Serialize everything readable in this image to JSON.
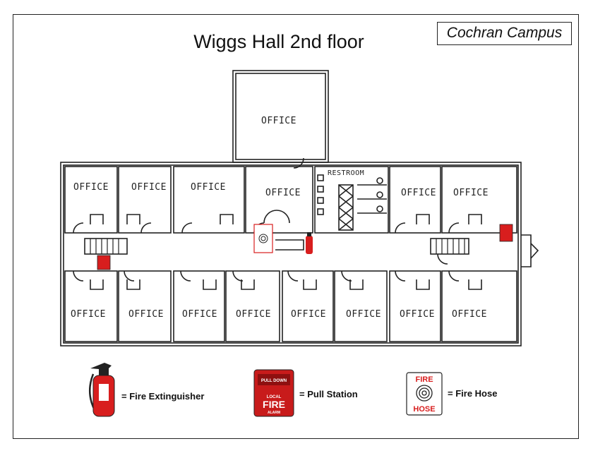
{
  "title": "Wiggs Hall 2nd floor",
  "campus": "Cochran Campus",
  "rooms": {
    "office_top": "OFFICE",
    "upper": [
      "OFFICE",
      "OFFICE",
      "OFFICE",
      "OFFICE",
      "OFFICE",
      "OFFICE"
    ],
    "restroom": "RESTROOM",
    "lower": [
      "OFFICE",
      "OFFICE",
      "OFFICE",
      "OFFICE",
      "OFFICE",
      "OFFICE",
      "OFFICE",
      "OFFICE"
    ]
  },
  "icons": {
    "fire_hose": {
      "line1": "FIRE",
      "line2": "HOSE"
    },
    "pull_station": {
      "line1": "PULL DOWN",
      "line2": "LOCAL",
      "line3": "FIRE",
      "line4": "ALARM"
    }
  },
  "legend": {
    "extinguisher": "= Fire Extinguisher",
    "pull_station": "= Pull Station",
    "fire_hose": "= Fire Hose"
  },
  "colors": {
    "red": "#d81e1e",
    "ink": "#222222"
  }
}
